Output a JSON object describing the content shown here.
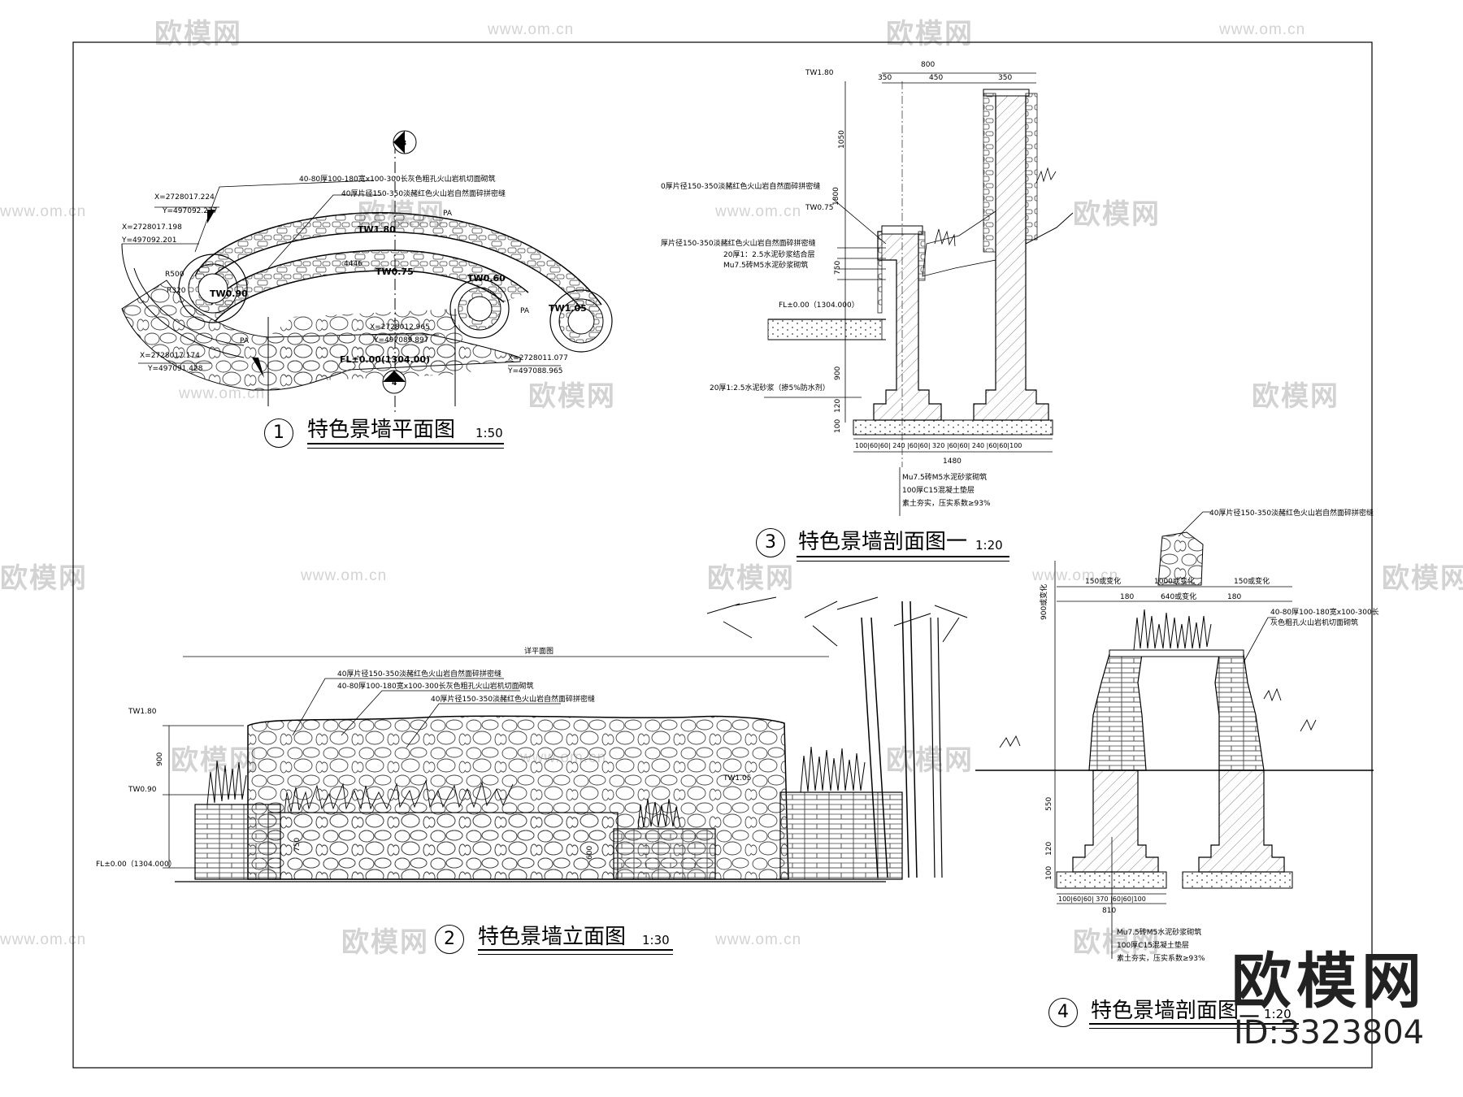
{
  "watermark": {
    "logo_text": "欧模网",
    "url_text": "www.om.cn"
  },
  "brand": {
    "name": "欧模网",
    "id": "ID:3323804"
  },
  "drawings": {
    "plan": {
      "number": "1",
      "title": "特色景墙平面图",
      "scale": "1:50",
      "labels": {
        "material_1": "40-80厚100-180宽x100-300长灰色粗孔火山岩机切面砌筑",
        "material_2": "40厚片径150-350淡赭红色火山岩自然面碎拼密缝",
        "coord_1x": "X=2728017.224",
        "coord_1y": "Y=497092.227",
        "coord_2x": "X=2728017.198",
        "coord_2y": "Y=497092.201",
        "coord_3x": "X=2728012.965",
        "coord_3y": "Y=497089.897",
        "coord_4x": "X=2728017.174",
        "coord_4y": "Y=497091.428",
        "coord_5x": "X=2728011.077",
        "coord_5y": "Y=497088.965",
        "tw180": "TW1.80",
        "tw075": "TW0.75",
        "tw060": "TW0.60",
        "tw090": "TW0.90",
        "tw105": "TW1.05",
        "fl": "FL±0.00(1304.00)",
        "pa": "PA",
        "dim_4446": "4446",
        "sec3": "3",
        "sec4": "4",
        "r500": "R500",
        "r320": "R320"
      }
    },
    "section1": {
      "number": "3",
      "title": "特色景墙剖面图一",
      "scale": "1:20",
      "labels": {
        "tw180": "TW1.80",
        "tw075": "TW0.75",
        "fl": "FL±0.00（1304.000）",
        "dim_800": "800",
        "dim_350a": "350",
        "dim_450": "450",
        "dim_350b": "350",
        "dim_1050": "1050",
        "dim_1800": "1800",
        "dim_750": "750",
        "dim_900": "900",
        "dim_120": "120",
        "dim_100": "100",
        "dim_1480": "1480",
        "bottom_dims": "100|60|60| 240 |60|60| 320 |60|60| 240 |60|60|100",
        "note_1": "0厚片径150-350淡赭红色火山岩自然面碎拼密缝",
        "note_2": "厚片径150-350淡赭红色火山岩自然面碎拼密缝",
        "note_3": "20厚1：2.5水泥砂浆结合层",
        "note_4": "Mu7.5砖M5水泥砂浆砌筑",
        "note_5": "20厚1:2.5水泥砂浆（掺5%防水剂）",
        "note_6": "Mu7.5砖M5水泥砂浆砌筑",
        "note_7": "100厚C15混凝土垫层",
        "note_8": "素土夯实，压实系数≥93%"
      }
    },
    "elevation": {
      "number": "2",
      "title": "特色景墙立面图",
      "scale": "1:30",
      "labels": {
        "detail_ref": "详平面图",
        "note_1": "40厚片径150-350淡赭红色火山岩自然面碎拼密缝",
        "note_2": "40-80厚100-180宽x100-300长灰色粗孔火山岩机切面砌筑",
        "note_3": "40厚片径150-350淡赭红色火山岩自然面碎拼密缝",
        "tw180": "TW1.80",
        "tw090": "TW0.90",
        "tw105": "TW1.05",
        "fl": "FL±0.00（1304.000）",
        "dim_900": "900",
        "dim_750": "750",
        "dim_600": "600"
      }
    },
    "section2": {
      "number": "4",
      "title": "特色景墙剖面图二",
      "scale": "1:20",
      "labels": {
        "note_top": "40厚片径150-350淡赭红色火山岩自然面碎拼密缝",
        "note_right_1": "40-80厚100-180宽x100-300长",
        "note_right_2": "灰色粗孔火山岩机切面砌筑",
        "dim_150a": "150或变化",
        "dim_1000": "1000或变化",
        "dim_150b": "150或变化",
        "dim_180a": "180",
        "dim_640": "640或变化",
        "dim_180b": "180",
        "dim_900v": "900或变化",
        "dim_550": "550",
        "dim_120": "120",
        "dim_100": "100",
        "dim_810": "810",
        "bottom_dims": "100|60|60| 370 |60|60|100",
        "note_b1": "Mu7.5砖M5水泥砂浆砌筑",
        "note_b2": "100厚C15混凝土垫层",
        "note_b3": "素土夯实，压实系数≥93%"
      }
    }
  }
}
